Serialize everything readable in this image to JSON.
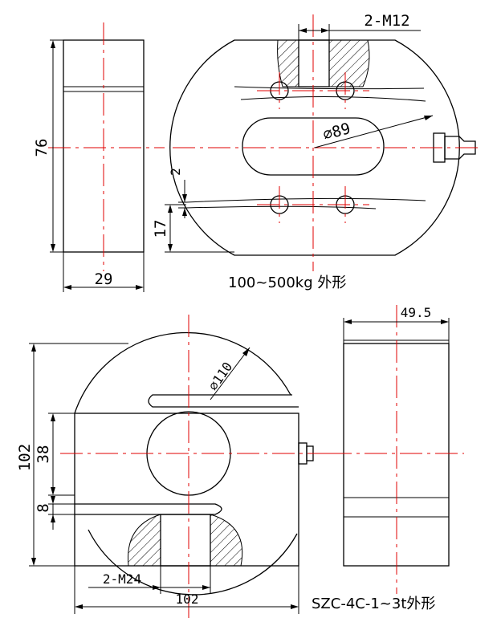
{
  "top": {
    "thread_label": "2-M12",
    "dia_label": "⌀89",
    "height_label": "76",
    "width_label": "29",
    "gap_label": "2",
    "offset_label": "17",
    "caption": "100~500kg 外形"
  },
  "bottom": {
    "dia_label": "⌀110",
    "height_label": "102",
    "inner_label": "38",
    "slot_label": "8",
    "thread_label": "2-M24",
    "width_label": "102",
    "side_label": "49.5",
    "caption": "SZC-4C-1~3t外形"
  },
  "colors": {
    "lines": "#000000",
    "center_lines": "#e00000",
    "background": "#ffffff"
  }
}
